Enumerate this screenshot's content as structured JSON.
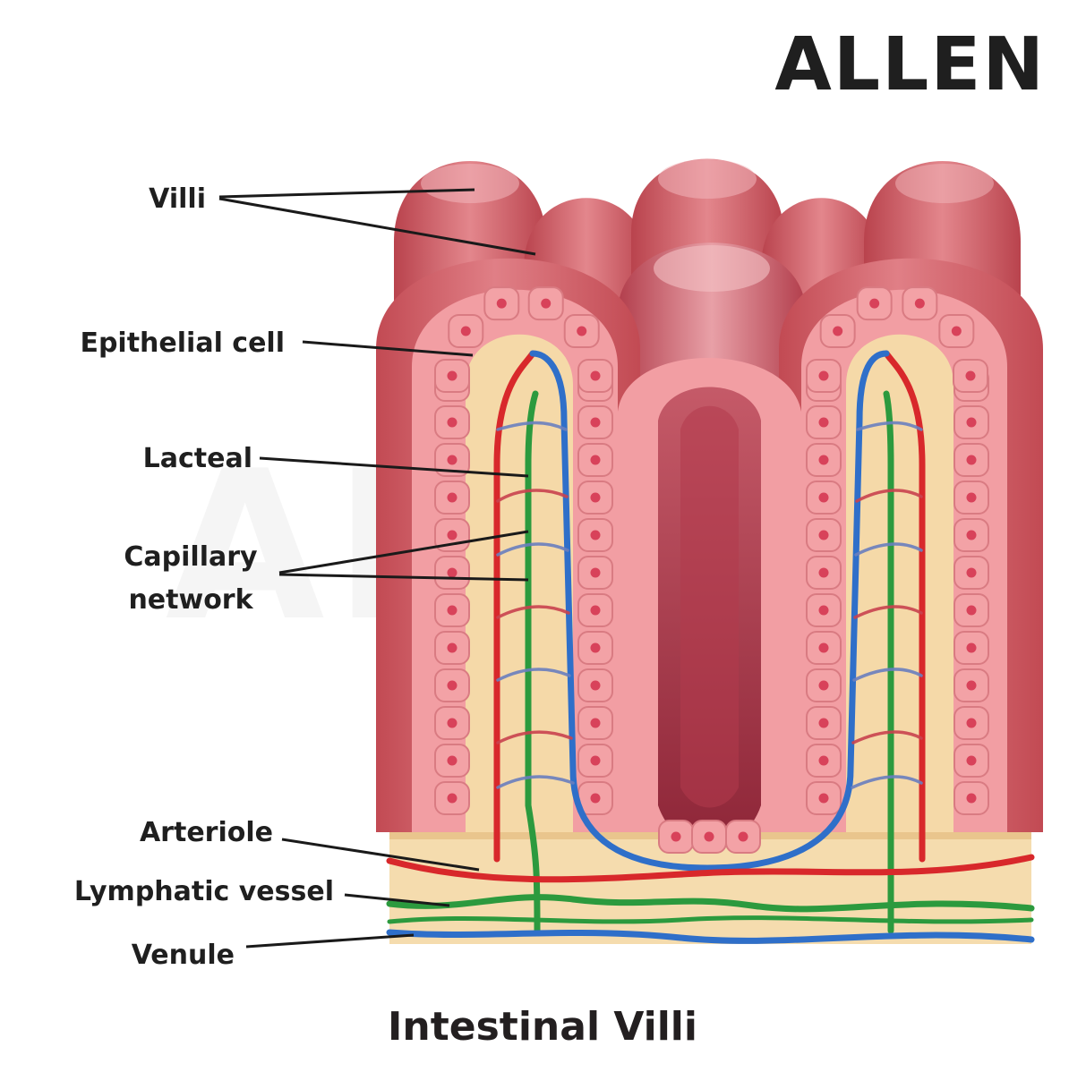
{
  "brand": {
    "logo_text": "ALLEN"
  },
  "title": "Intestinal Villi",
  "labels": {
    "villi": "Villi",
    "epithelial_cell": "Epithelial cell",
    "lacteal": "Lacteal",
    "capillary_line1": "Capillary",
    "capillary_line2": "network",
    "arteriole": "Arteriole",
    "lymphatic_vessel": "Lymphatic vessel",
    "venule": "Venule"
  },
  "colors": {
    "tissue": "#c9575f",
    "epithelial": "#f3a2a6",
    "connective": "#f5d9a8",
    "artery": "#d8282b",
    "vein": "#2f6fc9",
    "lymph": "#2c9a3e",
    "nucleus": "#d8425a"
  }
}
